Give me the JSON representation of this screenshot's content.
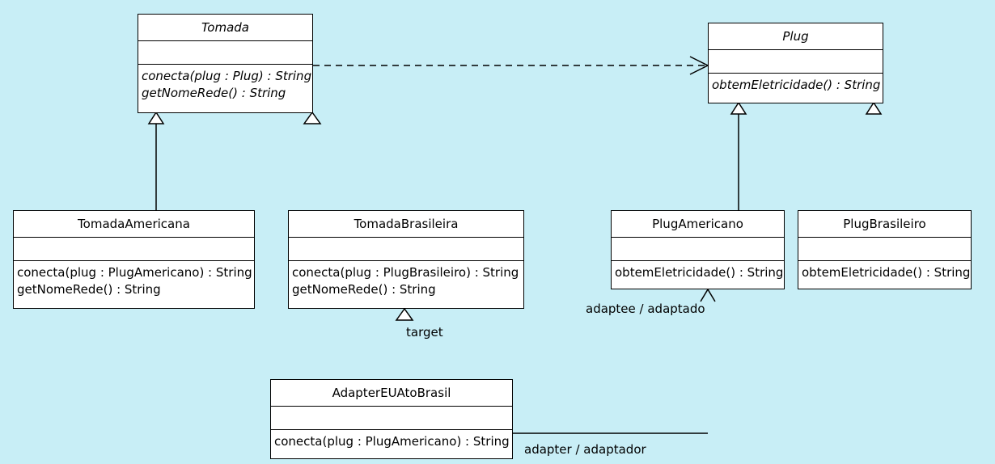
{
  "classes": {
    "tomada": {
      "name": "Tomada",
      "ops": [
        "conecta(plug : Plug) : String",
        "getNomeRede() : String"
      ]
    },
    "plug": {
      "name": "Plug",
      "ops": [
        "obtemEletricidade() : String"
      ]
    },
    "tomada_americana": {
      "name": "TomadaAmericana",
      "ops": [
        "conecta(plug : PlugAmericano) : String",
        "getNomeRede() : String"
      ]
    },
    "tomada_brasileira": {
      "name": "TomadaBrasileira",
      "ops": [
        "conecta(plug : PlugBrasileiro) : String",
        "getNomeRede() : String"
      ]
    },
    "plug_americano": {
      "name": "PlugAmericano",
      "ops": [
        "obtemEletricidade() : String"
      ]
    },
    "plug_brasileiro": {
      "name": "PlugBrasileiro",
      "ops": [
        "obtemEletricidade() : String"
      ]
    },
    "adapter": {
      "name": "AdapterEUAtoBrasil",
      "ops": [
        "conecta(plug : PlugAmericano) : String"
      ]
    }
  },
  "roles": {
    "target": "target",
    "adaptee": "adaptee / adaptado",
    "adapter": "adapter / adaptador"
  },
  "colors": {
    "background": "#c8eef6",
    "box": "#ffffff",
    "line": "#000000"
  }
}
